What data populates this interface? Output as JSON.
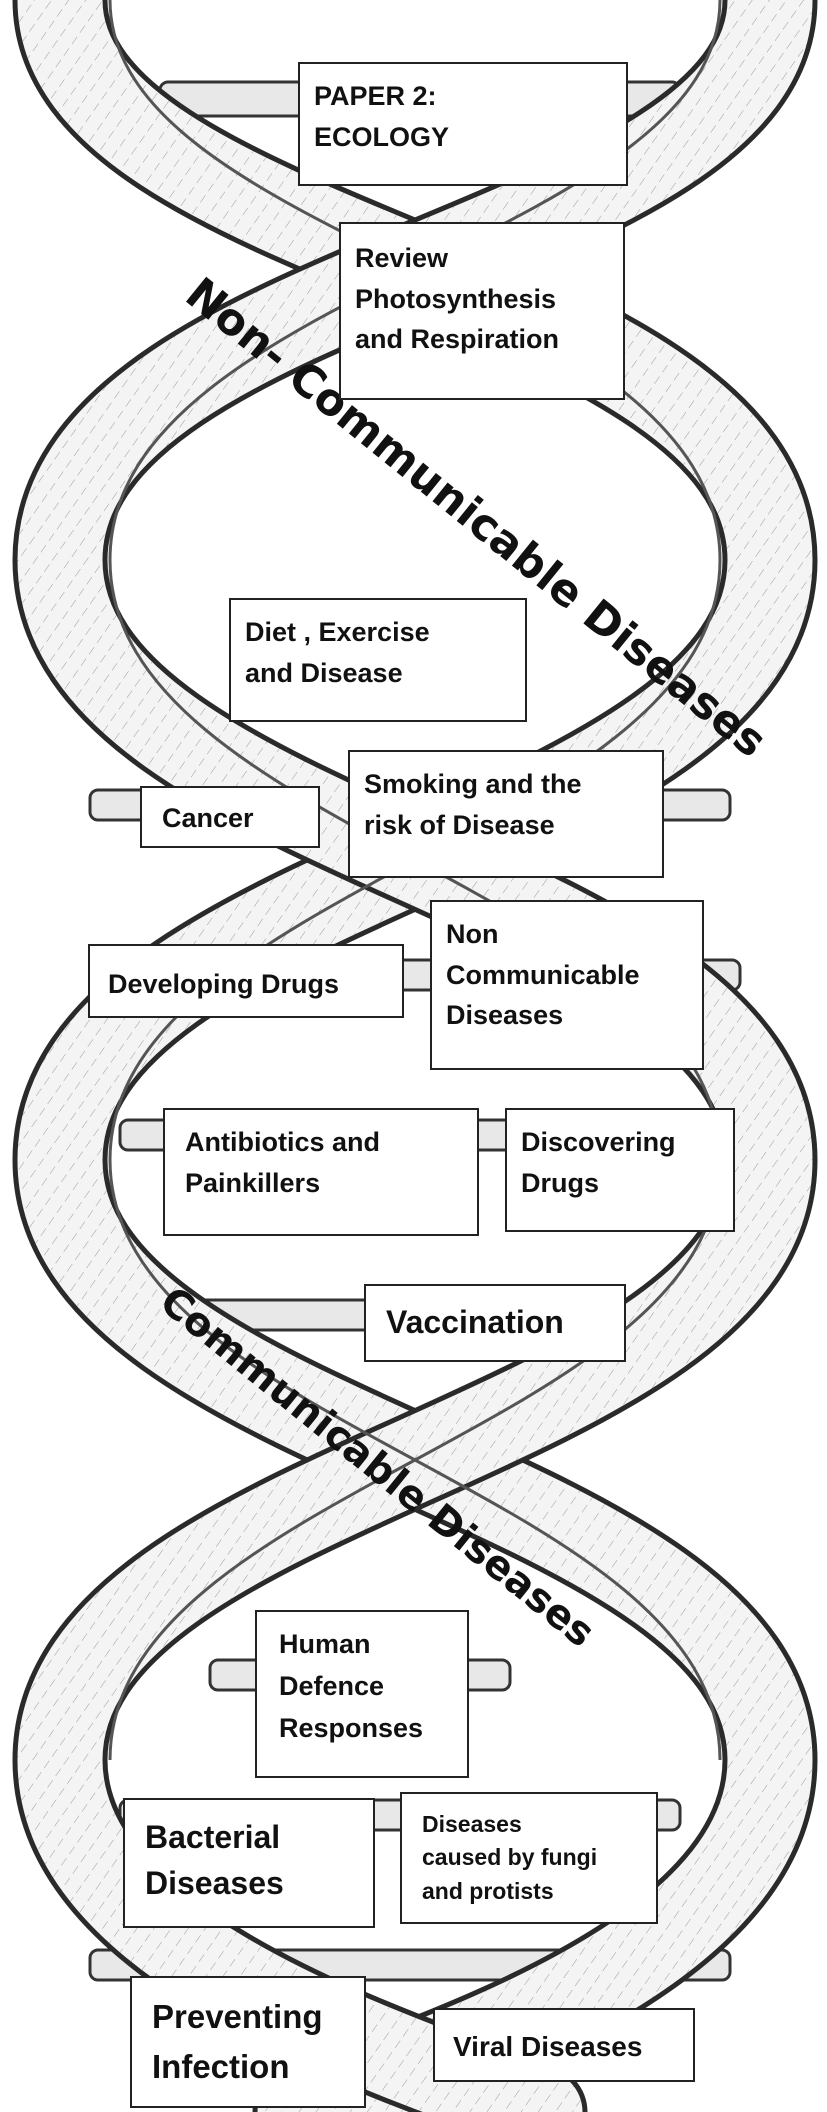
{
  "title_box": "PAPER 2:\nECOLOGY",
  "bands": {
    "non_communicable": "Non- Communicable Diseases",
    "communicable": "Communicable Diseases"
  },
  "topics": {
    "review": "Review\nPhotosynthesis\nand Respiration",
    "diet": "Diet , Exercise\nand Disease",
    "cancer": "Cancer",
    "smoking": "Smoking and the\nrisk of Disease",
    "developing_drugs": "Developing Drugs",
    "non_communicable": "Non\nCommunicable\nDiseases",
    "antibiotics": "Antibiotics and\nPainkillers",
    "discovering_drugs": "Discovering\nDrugs",
    "vaccination": "Vaccination",
    "human_defence": "Human\nDefence\nResponses",
    "bacterial": "Bacterial\nDiseases",
    "fungi": "Diseases\ncaused by fungi\nand protists",
    "preventing": "Preventing\nInfection",
    "viral": "Viral Diseases"
  }
}
